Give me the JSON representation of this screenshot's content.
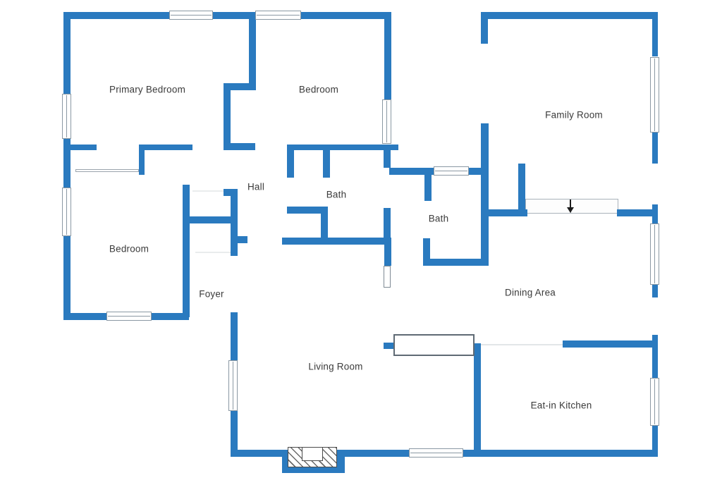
{
  "floor_plan": {
    "rooms": [
      {
        "id": "primary-bedroom",
        "label": "Primary Bedroom"
      },
      {
        "id": "bedroom-top",
        "label": "Bedroom"
      },
      {
        "id": "family-room",
        "label": "Family Room"
      },
      {
        "id": "bedroom-left",
        "label": "Bedroom"
      },
      {
        "id": "hall",
        "label": "Hall"
      },
      {
        "id": "bath-center",
        "label": "Bath"
      },
      {
        "id": "bath-right",
        "label": "Bath"
      },
      {
        "id": "foyer",
        "label": "Foyer"
      },
      {
        "id": "dining-area",
        "label": "Dining Area"
      },
      {
        "id": "living-room",
        "label": "Living Room"
      },
      {
        "id": "eat-in-kitchen",
        "label": "Eat-in Kitchen"
      }
    ],
    "stairs": {
      "direction": "down"
    },
    "colors": {
      "wall": "#2a7abf",
      "window_frame": "#8a98a3",
      "label_text": "#3b3b3b",
      "background": "#ffffff"
    }
  }
}
